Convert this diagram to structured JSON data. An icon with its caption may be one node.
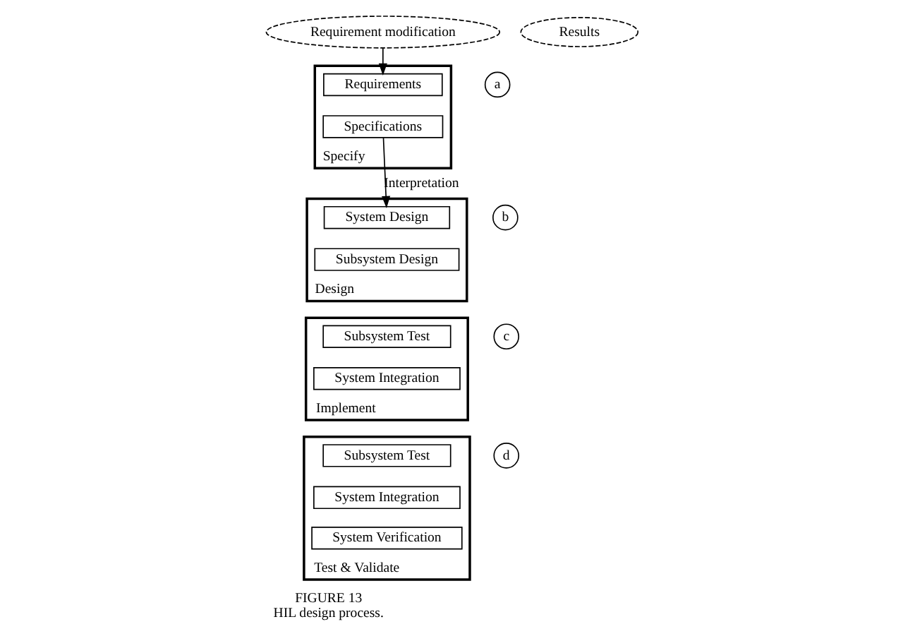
{
  "diagram": {
    "title": "FIGURE 13",
    "caption": "HIL design process.",
    "nodes": [
      {
        "text": [
          "Specify"
        ]
      },
      {
        "text": [
          "Requirements"
        ],
        "in": 0
      },
      {
        "text": [
          "Specifications"
        ],
        "in": 0
      },
      {
        "text": [
          "a"
        ]
      },
      {
        "text": [
          "Design"
        ]
      },
      {
        "text": [
          "System Design"
        ],
        "in": 4
      },
      {
        "text": [
          "Subsystem Design"
        ],
        "in": 4
      },
      {
        "text": [
          "b"
        ]
      },
      {
        "text": [
          "Implement"
        ]
      },
      {
        "text": [
          "Subsystem Test"
        ],
        "in": 8
      },
      {
        "text": [
          "System Integration"
        ],
        "in": 8
      },
      {
        "text": [
          "c"
        ]
      },
      {
        "text": [
          "Test & Validate"
        ]
      },
      {
        "text": [
          "Subsystem Test"
        ],
        "in": 12
      },
      {
        "text": [
          "System Integration"
        ],
        "in": 12
      },
      {
        "text": [
          "System Verification"
        ],
        "in": 12
      },
      {
        "text": [
          "d"
        ]
      },
      {
        "text": [
          "Requirement modification"
        ]
      },
      {
        "text": [
          "Results"
        ]
      }
    ],
    "edges": [
      {
        "from": 17,
        "to": 1,
        "arrow": "to"
      },
      {
        "from": 2,
        "to": 5,
        "label": "Interpretation",
        "arrow": "to"
      }
    ]
  }
}
